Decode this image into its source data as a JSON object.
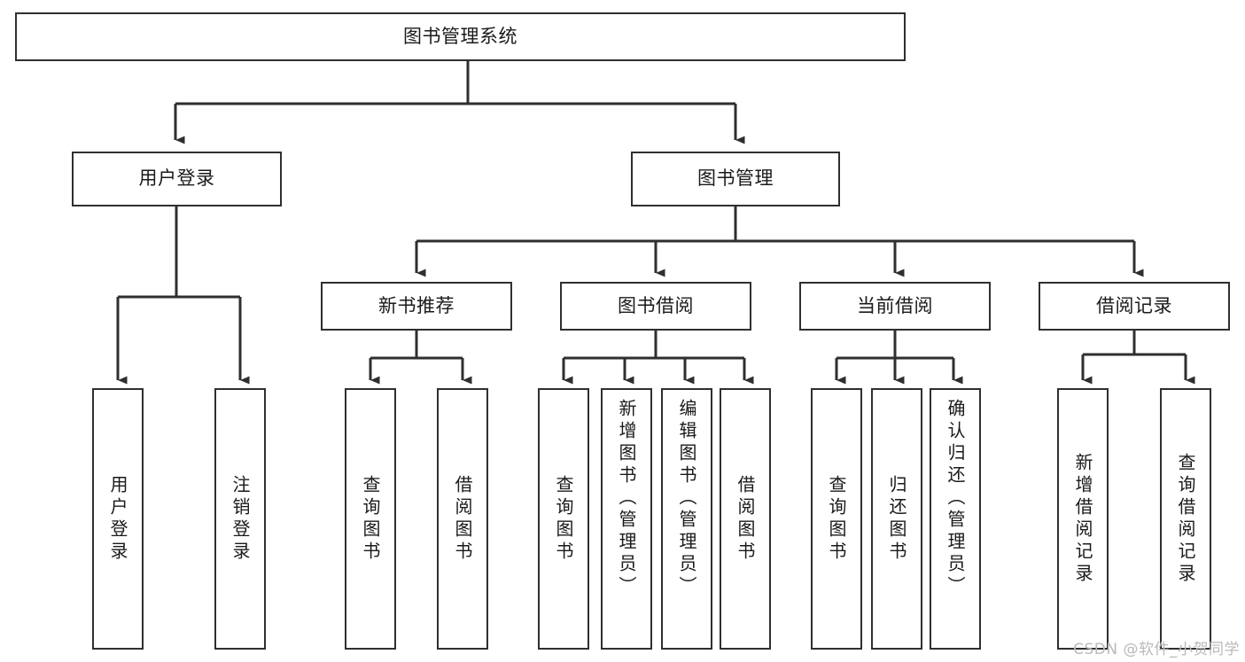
{
  "diagram": {
    "type": "tree-hierarchy-flowchart",
    "title": "图书管理系统",
    "stroke_color": "#2f2f2f",
    "background_color": "#ffffff",
    "text_color": "#1a1a1a",
    "levels": [
      {
        "level": 1,
        "nodes": [
          {
            "id": "root",
            "label": "图书管理系统"
          }
        ]
      },
      {
        "level": 2,
        "nodes": [
          {
            "id": "login",
            "label": "用户登录",
            "parent": "root"
          },
          {
            "id": "bookmgmt",
            "label": "图书管理",
            "parent": "root"
          }
        ]
      },
      {
        "level": 3,
        "nodes": [
          {
            "id": "newbook",
            "label": "新书推荐",
            "parent": "bookmgmt"
          },
          {
            "id": "borrow",
            "label": "图书借阅",
            "parent": "bookmgmt"
          },
          {
            "id": "current",
            "label": "当前借阅",
            "parent": "bookmgmt"
          },
          {
            "id": "records",
            "label": "借阅记录",
            "parent": "bookmgmt"
          }
        ]
      },
      {
        "level": 4,
        "nodes": [
          {
            "id": "leaf-user-login",
            "label": "用户登录",
            "parent": "login"
          },
          {
            "id": "leaf-user-logout",
            "label": "注销登录",
            "parent": "login"
          },
          {
            "id": "leaf-query-book-1",
            "label": "查询图书",
            "parent": "newbook"
          },
          {
            "id": "leaf-borrow-book-1",
            "label": "借阅图书",
            "parent": "newbook"
          },
          {
            "id": "leaf-query-book-2",
            "label": "查询图书",
            "parent": "borrow"
          },
          {
            "id": "leaf-add-book",
            "label": "新增图书（管理员）",
            "parent": "borrow"
          },
          {
            "id": "leaf-edit-book",
            "label": "编辑图书（管理员）",
            "parent": "borrow"
          },
          {
            "id": "leaf-borrow-book-2",
            "label": "借阅图书",
            "parent": "borrow"
          },
          {
            "id": "leaf-query-book-3",
            "label": "查询图书",
            "parent": "current"
          },
          {
            "id": "leaf-return-book",
            "label": "归还图书",
            "parent": "current"
          },
          {
            "id": "leaf-confirm-return",
            "label": "确认归还（管理员）",
            "parent": "current"
          },
          {
            "id": "leaf-add-record",
            "label": "新增借阅记录",
            "parent": "records"
          },
          {
            "id": "leaf-query-record",
            "label": "查询借阅记录",
            "parent": "records"
          }
        ]
      }
    ]
  },
  "watermark": {
    "text": "CSDN @软件_小贺同学"
  }
}
